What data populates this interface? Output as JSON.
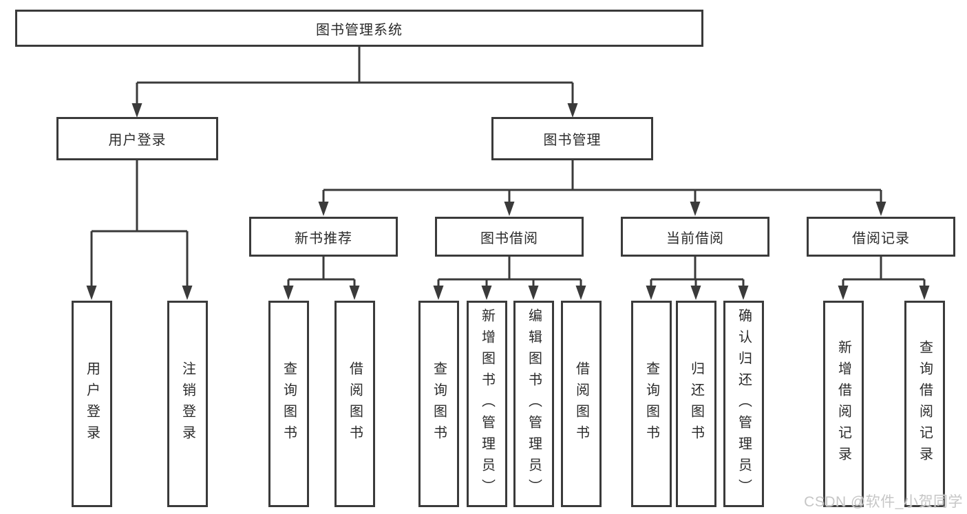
{
  "diagram": {
    "title": "图书管理系统",
    "branches": [
      {
        "label": "用户登录",
        "children": [
          {
            "label": "用户登录"
          },
          {
            "label": "注销登录"
          }
        ]
      },
      {
        "label": "图书管理",
        "children": [
          {
            "label": "新书推荐",
            "children": [
              {
                "label": "查询图书"
              },
              {
                "label": "借阅图书"
              }
            ]
          },
          {
            "label": "图书借阅",
            "children": [
              {
                "label": "查询图书"
              },
              {
                "label": "新增图书（管理员）"
              },
              {
                "label": "编辑图书（管理员）"
              },
              {
                "label": "借阅图书"
              }
            ]
          },
          {
            "label": "当前借阅",
            "children": [
              {
                "label": "查询图书"
              },
              {
                "label": "归还图书"
              },
              {
                "label": "确认归还（管理员）"
              }
            ]
          },
          {
            "label": "借阅记录",
            "children": [
              {
                "label": "新增借阅记录"
              },
              {
                "label": "查询借阅记录"
              }
            ]
          }
        ]
      }
    ]
  },
  "watermark": {
    "text": "CSDN @软件_小贺同学"
  },
  "colors": {
    "line": "#3a3a3a",
    "box_border": "#3a3a3a",
    "box_fill": "#ffffff",
    "text": "#2b2b2b",
    "watermark": "#c6c6c6",
    "background": "#ffffff"
  }
}
